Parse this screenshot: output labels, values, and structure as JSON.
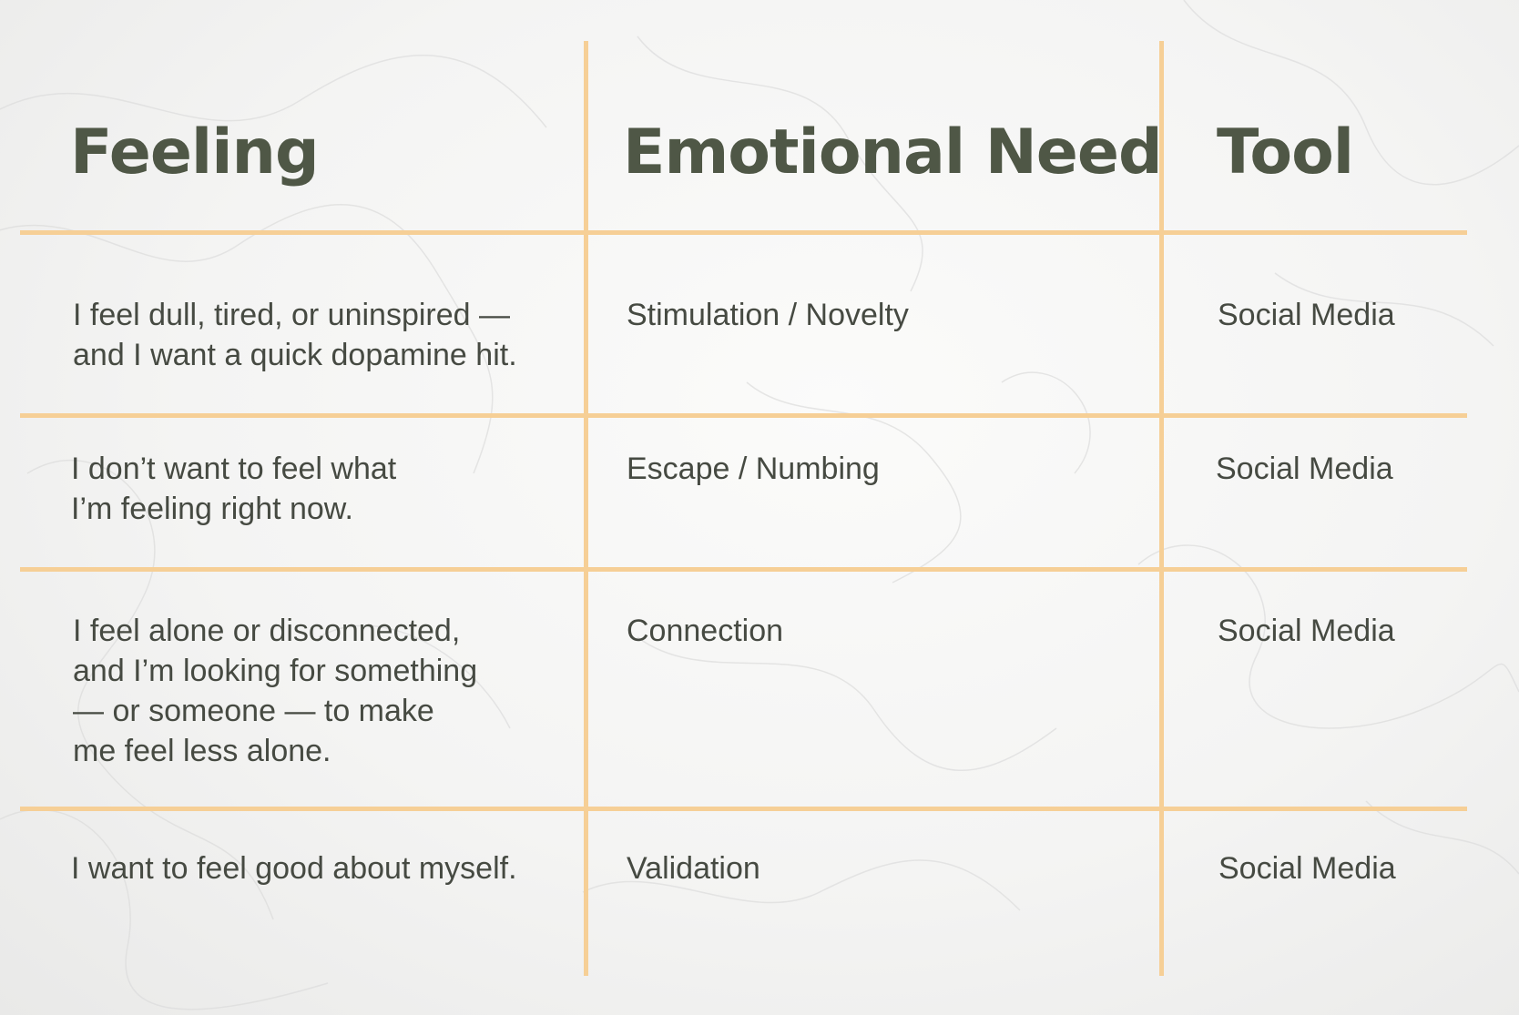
{
  "table": {
    "headers": {
      "feeling": "Feeling",
      "emotional_need": "Emotional Need",
      "tool": "Tool"
    },
    "rows": [
      {
        "feeling": "I feel dull, tired, or uninspired —\nand I want a quick dopamine hit.",
        "emotional_need": "Stimulation / Novelty",
        "tool": "Social Media"
      },
      {
        "feeling": "I don’t want to feel what\nI’m feeling right now.",
        "emotional_need": "Escape / Numbing",
        "tool": "Social Media"
      },
      {
        "feeling": "I feel alone or disconnected,\nand I’m looking for something\n— or someone — to make\nme feel less alone.",
        "emotional_need": "Connection",
        "tool": "Social Media"
      },
      {
        "feeling": "I want to feel good about myself.",
        "emotional_need": "Validation",
        "tool": "Social Media"
      }
    ]
  },
  "colors": {
    "grid_line": "#f6cf96",
    "header_text": "#4f5746",
    "body_text": "#464a42"
  }
}
